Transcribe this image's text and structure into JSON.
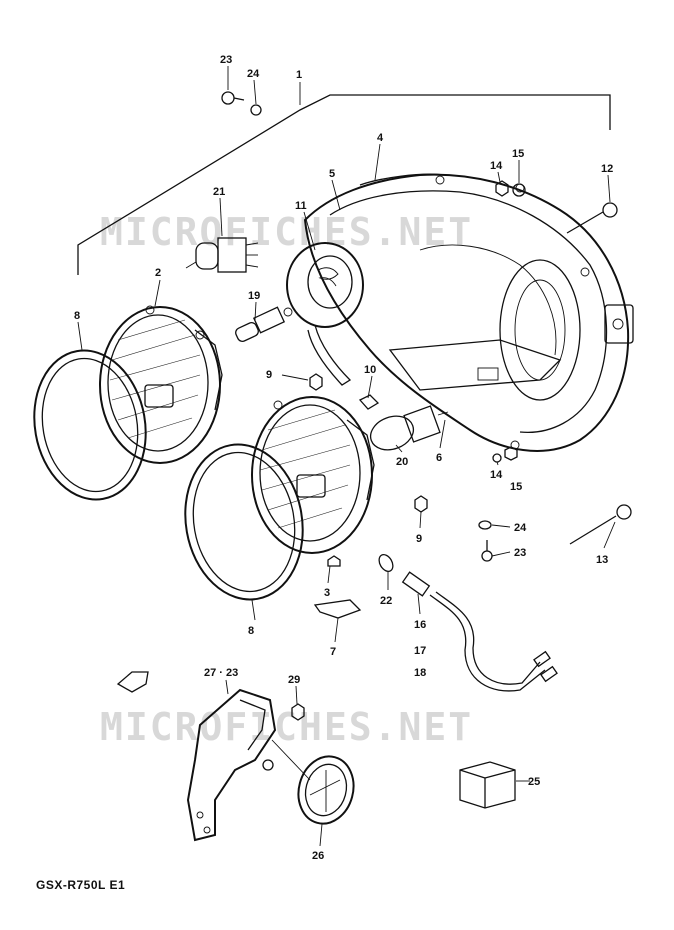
{
  "model_code": "GSX-R750L E1",
  "watermark": "MICROFICHES.NET",
  "callouts": [
    {
      "id": "c23a",
      "text": "23"
    },
    {
      "id": "c24a",
      "text": "24"
    },
    {
      "id": "c1",
      "text": "1"
    },
    {
      "id": "c4",
      "text": "4"
    },
    {
      "id": "c14a",
      "text": "14"
    },
    {
      "id": "c15a",
      "text": "15"
    },
    {
      "id": "c12",
      "text": "12"
    },
    {
      "id": "c21",
      "text": "21"
    },
    {
      "id": "c5",
      "text": "5"
    },
    {
      "id": "c11",
      "text": "11"
    },
    {
      "id": "c2",
      "text": "2"
    },
    {
      "id": "c19",
      "text": "19"
    },
    {
      "id": "c8a",
      "text": "8"
    },
    {
      "id": "c9a",
      "text": "9"
    },
    {
      "id": "c10",
      "text": "10"
    },
    {
      "id": "c20",
      "text": "20"
    },
    {
      "id": "c6",
      "text": "6"
    },
    {
      "id": "c14b",
      "text": "14"
    },
    {
      "id": "c15b",
      "text": "15"
    },
    {
      "id": "c9b",
      "text": "9"
    },
    {
      "id": "c24b",
      "text": "24"
    },
    {
      "id": "c23b",
      "text": "23"
    },
    {
      "id": "c13",
      "text": "13"
    },
    {
      "id": "c3",
      "text": "3"
    },
    {
      "id": "c22",
      "text": "22"
    },
    {
      "id": "c16",
      "text": "16"
    },
    {
      "id": "c17",
      "text": "17"
    },
    {
      "id": "c18",
      "text": "18"
    },
    {
      "id": "c8b",
      "text": "8"
    },
    {
      "id": "c7",
      "text": "7"
    },
    {
      "id": "c27",
      "text": "27 · 23"
    },
    {
      "id": "c29",
      "text": "29"
    },
    {
      "id": "c25",
      "text": "25"
    },
    {
      "id": "c26",
      "text": "26"
    }
  ]
}
